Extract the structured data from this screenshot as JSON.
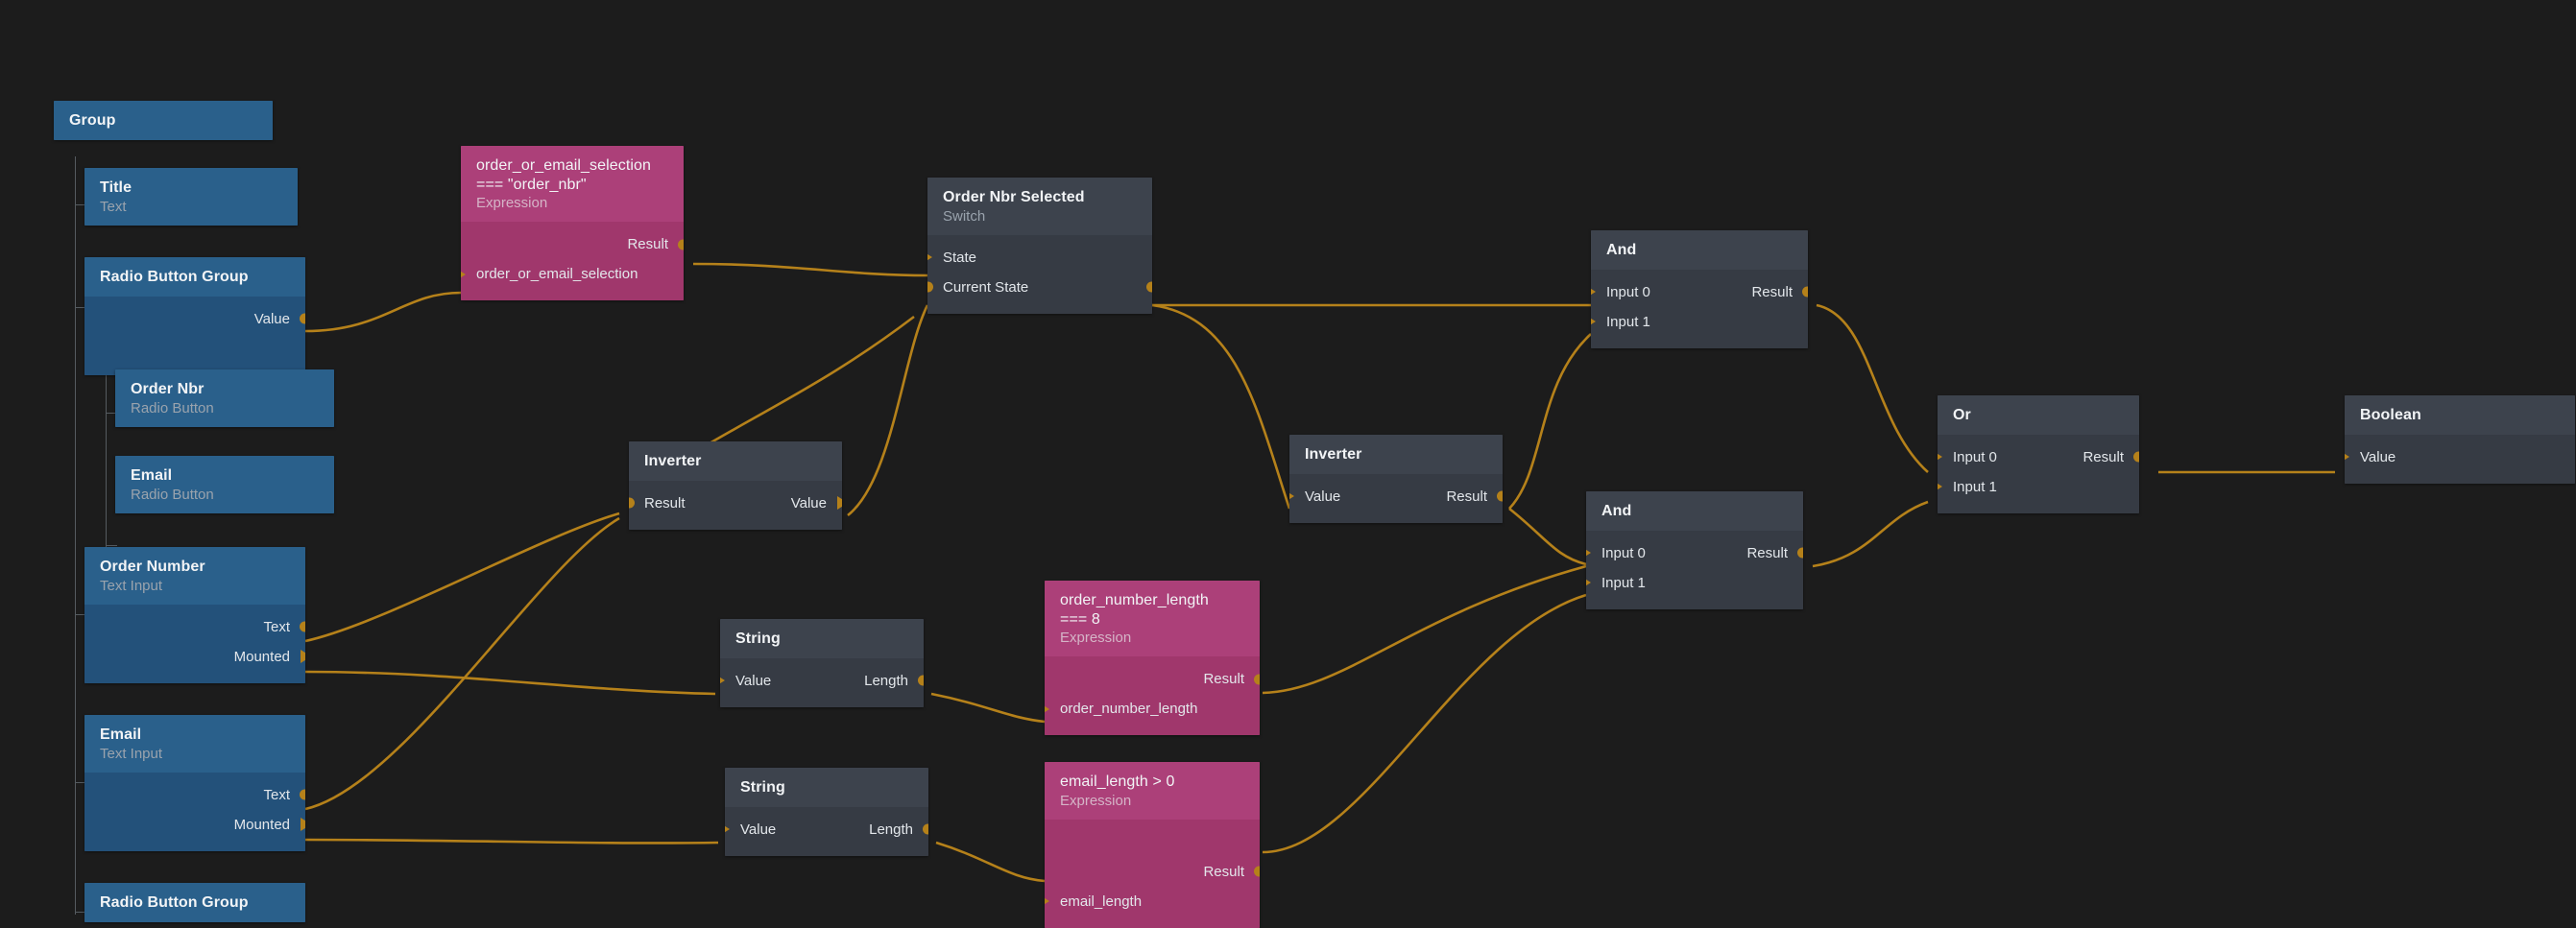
{
  "canvas": {
    "background": "#1c1c1c",
    "wire_color": "#b5811a"
  },
  "palette": {
    "ui_node": "#26587f",
    "logic_node": "#3b4049",
    "expression_node": "#a93d74",
    "port": "#b5811a",
    "title_text": "#f2f4f6",
    "subtitle_text": "#9aa3ad"
  },
  "nodes": [
    {
      "id": "group",
      "title": "Group",
      "subtitle": "",
      "ports": []
    },
    {
      "id": "title",
      "title": "Title",
      "subtitle": "Text",
      "ports": []
    },
    {
      "id": "rbg1",
      "title": "Radio Button Group",
      "subtitle": "",
      "ports": [
        {
          "label": "Value",
          "side": "out",
          "shape": "dot"
        }
      ]
    },
    {
      "id": "ordernbr",
      "title": "Order Nbr",
      "subtitle": "Radio Button",
      "ports": []
    },
    {
      "id": "emailradio",
      "title": "Email",
      "subtitle": "Radio Button",
      "ports": []
    },
    {
      "id": "ordernumber",
      "title": "Order Number",
      "subtitle": "Text Input",
      "ports": [
        {
          "label": "Text",
          "side": "out",
          "shape": "dot"
        },
        {
          "label": "Mounted",
          "side": "out",
          "shape": "arrow"
        }
      ]
    },
    {
      "id": "emailinput",
      "title": "Email",
      "subtitle": "Text Input",
      "ports": [
        {
          "label": "Text",
          "side": "out",
          "shape": "dot"
        },
        {
          "label": "Mounted",
          "side": "out",
          "shape": "arrow"
        }
      ]
    },
    {
      "id": "rbg2",
      "title": "Radio Button Group",
      "subtitle": "",
      "ports": []
    },
    {
      "id": "expr_sel",
      "title": "order_or_email_selection === \"order_nbr\"",
      "subtitle": "Expression",
      "ports": [
        {
          "label": "Result",
          "side": "out",
          "shape": "dot"
        },
        {
          "label": "order_or_email_selection",
          "side": "in",
          "shape": "arrow"
        }
      ]
    },
    {
      "id": "switch",
      "title": "Order Nbr Selected",
      "subtitle": "Switch",
      "ports": [
        {
          "label": "State",
          "side": "in",
          "shape": "arrow"
        },
        {
          "label": "Current State",
          "side": "both",
          "shape": "dot"
        }
      ]
    },
    {
      "id": "inverter1",
      "title": "Inverter",
      "subtitle": "",
      "ports": [
        {
          "label": "Result",
          "side": "in",
          "shape": "dot"
        },
        {
          "label": "Value",
          "side": "out",
          "shape": "arrow"
        }
      ]
    },
    {
      "id": "inverter2",
      "title": "Inverter",
      "subtitle": "",
      "ports": [
        {
          "label": "Value",
          "side": "in",
          "shape": "arrow"
        },
        {
          "label": "Result",
          "side": "out",
          "shape": "dot"
        }
      ]
    },
    {
      "id": "string1",
      "title": "String",
      "subtitle": "",
      "ports": [
        {
          "label": "Value",
          "side": "in",
          "shape": "arrow"
        },
        {
          "label": "Length",
          "side": "out",
          "shape": "dot"
        }
      ]
    },
    {
      "id": "string2",
      "title": "String",
      "subtitle": "",
      "ports": [
        {
          "label": "Value",
          "side": "in",
          "shape": "arrow"
        },
        {
          "label": "Length",
          "side": "out",
          "shape": "dot"
        }
      ]
    },
    {
      "id": "expr_ordlen",
      "title": "order_number_length === 8",
      "subtitle": "Expression",
      "ports": [
        {
          "label": "Result",
          "side": "out",
          "shape": "dot"
        },
        {
          "label": "order_number_length",
          "side": "in",
          "shape": "arrow"
        }
      ]
    },
    {
      "id": "expr_emaillen",
      "title": "email_length > 0",
      "subtitle": "Expression",
      "ports": [
        {
          "label": "Result",
          "side": "out",
          "shape": "dot"
        },
        {
          "label": "email_length",
          "side": "in",
          "shape": "arrow"
        }
      ]
    },
    {
      "id": "and1",
      "title": "And",
      "subtitle": "",
      "ports": [
        {
          "label": "Input 0",
          "side": "in",
          "shape": "arrow"
        },
        {
          "label": "Result",
          "side": "out",
          "shape": "dot"
        },
        {
          "label": "Input 1",
          "side": "in",
          "shape": "arrow"
        }
      ]
    },
    {
      "id": "and2",
      "title": "And",
      "subtitle": "",
      "ports": [
        {
          "label": "Input 0",
          "side": "in",
          "shape": "arrow"
        },
        {
          "label": "Result",
          "side": "out",
          "shape": "dot"
        },
        {
          "label": "Input 1",
          "side": "in",
          "shape": "arrow"
        }
      ]
    },
    {
      "id": "or",
      "title": "Or",
      "subtitle": "",
      "ports": [
        {
          "label": "Input 0",
          "side": "in",
          "shape": "arrow"
        },
        {
          "label": "Result",
          "side": "out",
          "shape": "dot"
        },
        {
          "label": "Input 1",
          "side": "in",
          "shape": "arrow"
        }
      ]
    },
    {
      "id": "boolean",
      "title": "Boolean",
      "subtitle": "",
      "ports": [
        {
          "label": "Value",
          "side": "in",
          "shape": "arrow"
        }
      ]
    }
  ],
  "labels": {
    "group": "Group",
    "title_node": "Title",
    "title_node_sub": "Text",
    "rbg1": "Radio Button Group",
    "rbg1_value": "Value",
    "ordernbr": "Order Nbr",
    "ordernbr_sub": "Radio Button",
    "emailradio": "Email",
    "emailradio_sub": "Radio Button",
    "ordernumber": "Order Number",
    "ordernumber_sub": "Text Input",
    "ordernumber_text": "Text",
    "ordernumber_mounted": "Mounted",
    "emailinput": "Email",
    "emailinput_sub": "Text Input",
    "emailinput_text": "Text",
    "emailinput_mounted": "Mounted",
    "rbg2": "Radio Button Group",
    "expr_sel_l1": "order_or_email_selection",
    "expr_sel_l2": "=== \"order_nbr\"",
    "expr_sel_sub": "Expression",
    "expr_sel_result": "Result",
    "expr_sel_in": "order_or_email_selection",
    "switch": "Order Nbr Selected",
    "switch_sub": "Switch",
    "switch_state": "State",
    "switch_current": "Current State",
    "inverter": "Inverter",
    "inv1_result": "Result",
    "inv1_value": "Value",
    "inv2_value": "Value",
    "inv2_result": "Result",
    "string": "String",
    "string_value": "Value",
    "string_length": "Length",
    "expr_ordlen_l1": "order_number_length",
    "expr_ordlen_l2": "=== 8",
    "expr_ordlen_sub": "Expression",
    "expr_ordlen_result": "Result",
    "expr_ordlen_in": "order_number_length",
    "expr_emaillen_l1": "email_length > 0",
    "expr_emaillen_sub": "Expression",
    "expr_emaillen_result": "Result",
    "expr_emaillen_in": "email_length",
    "and": "And",
    "input0": "Input 0",
    "input1": "Input 1",
    "result": "Result",
    "or": "Or",
    "boolean": "Boolean",
    "boolean_value": "Value"
  }
}
